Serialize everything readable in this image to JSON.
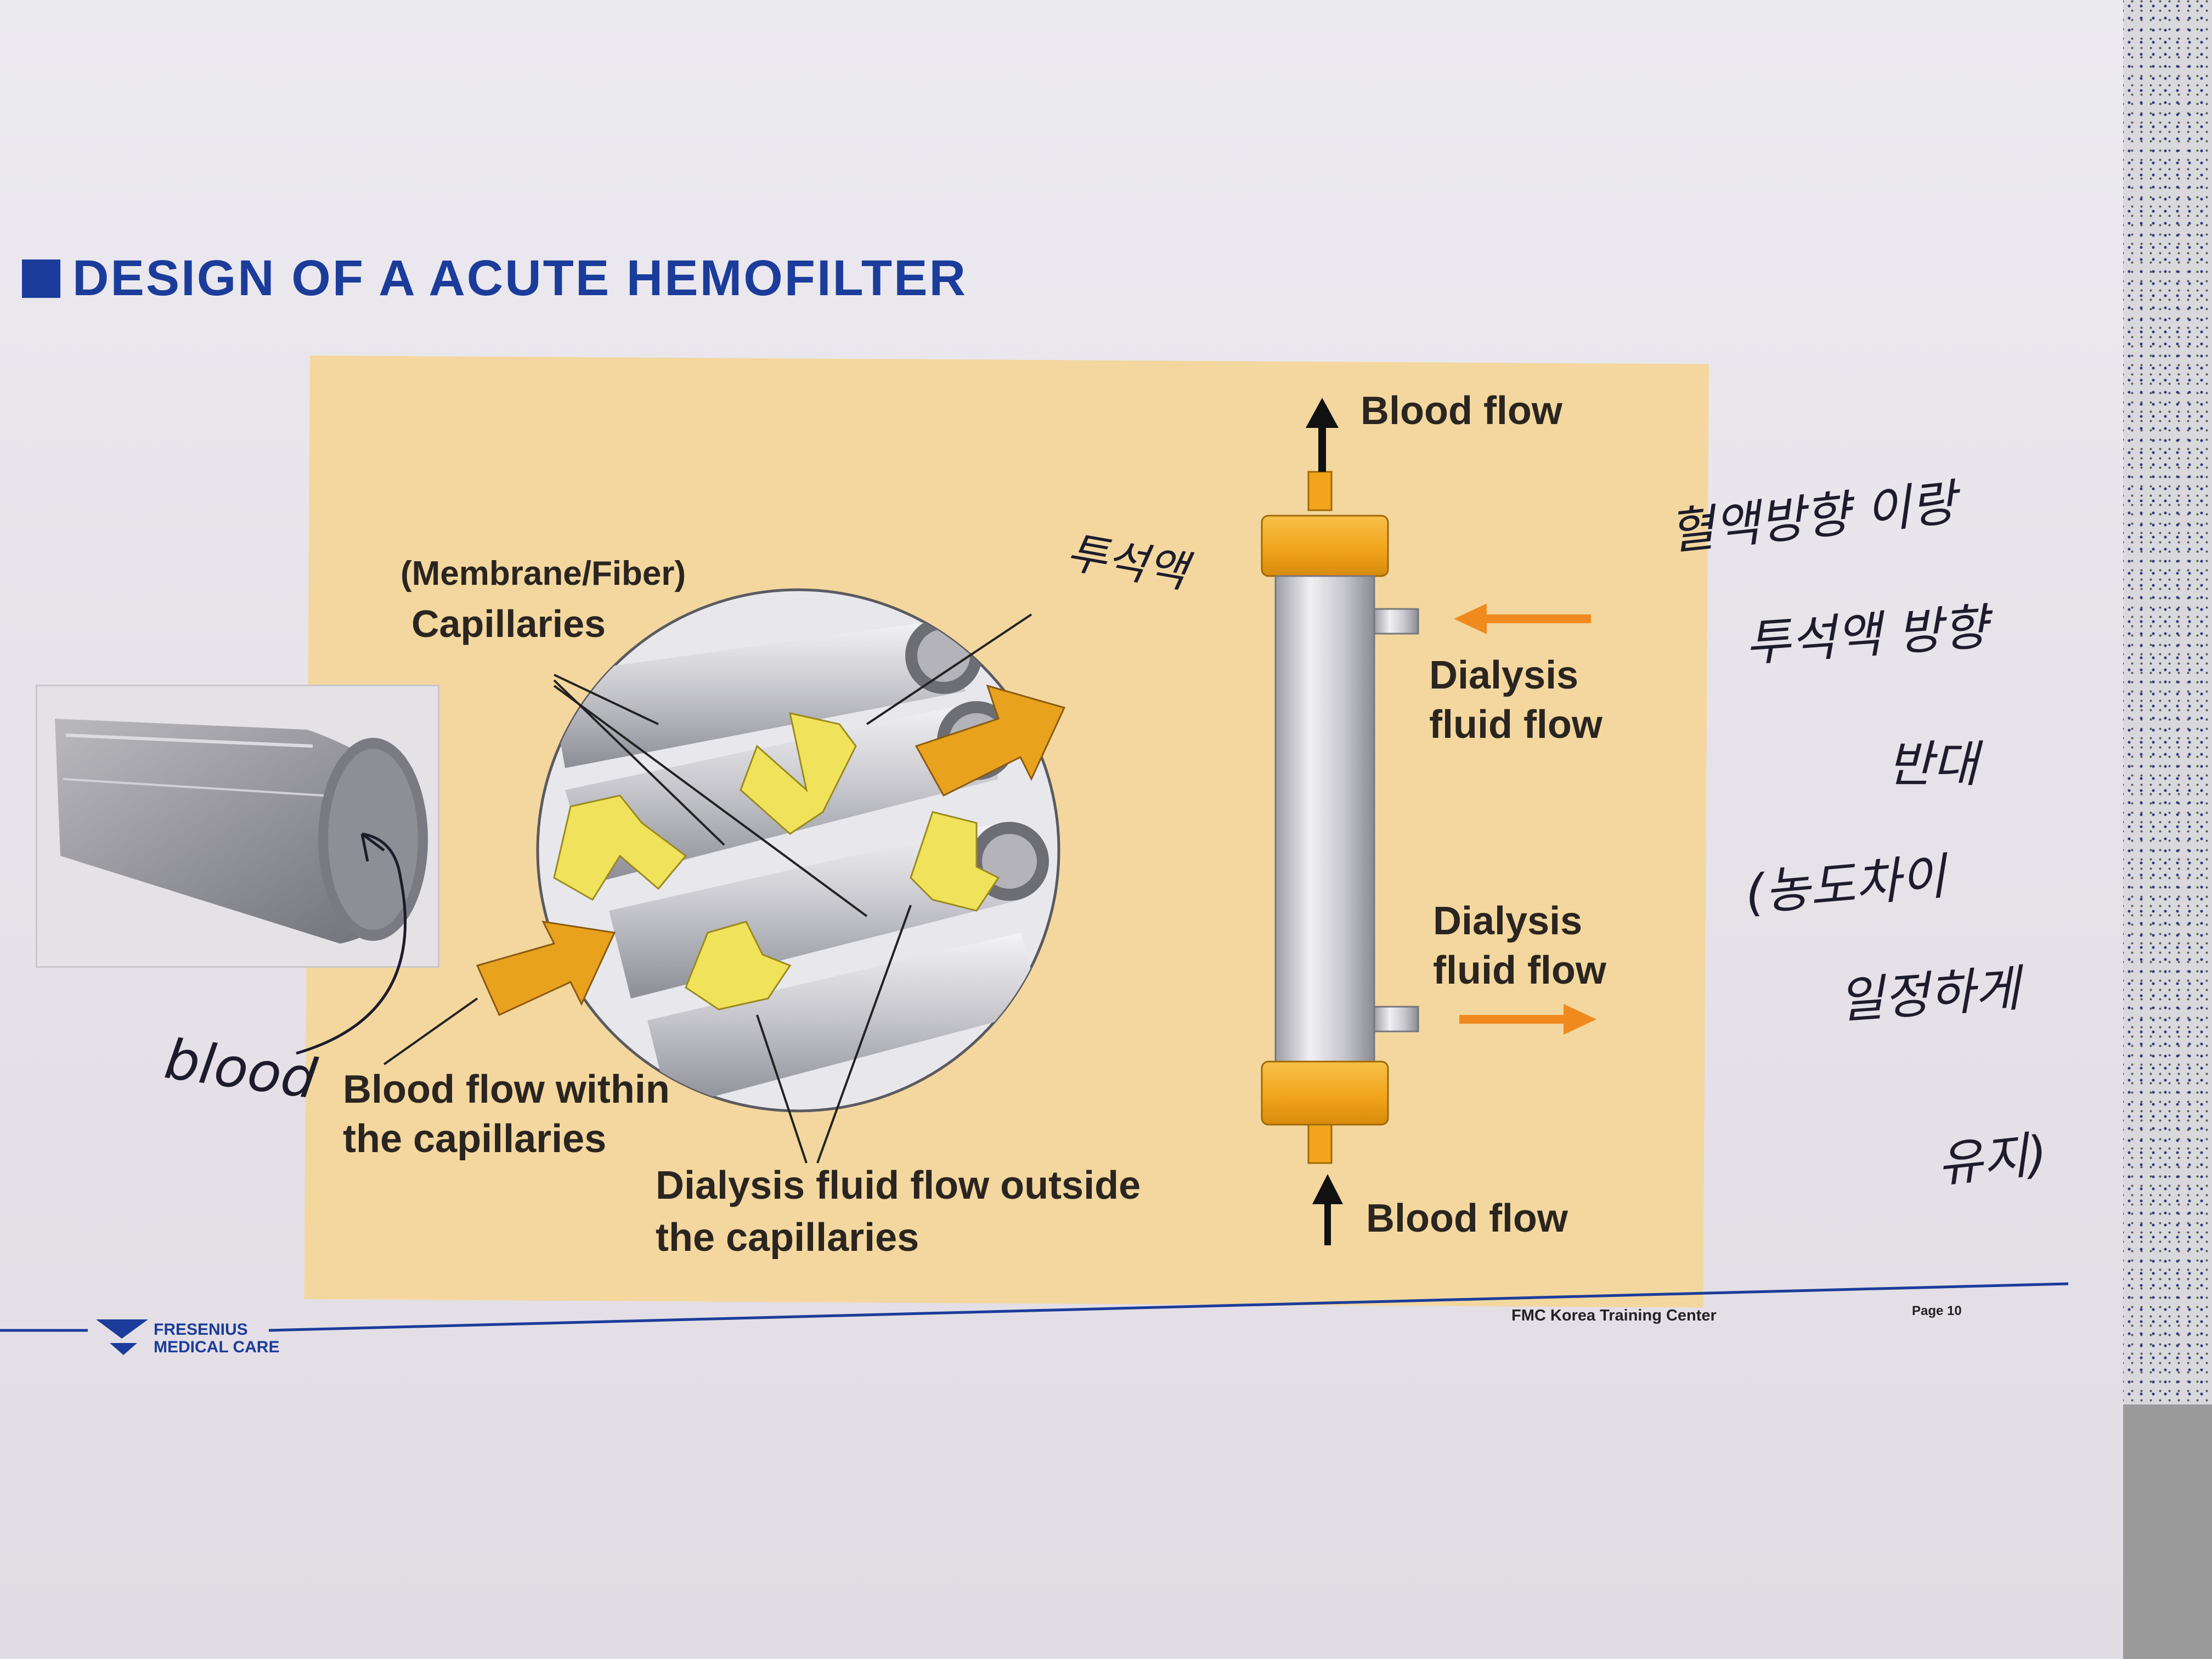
{
  "header": {
    "title": "DESIGN OF A ACUTE HEMOFILTER"
  },
  "diagram": {
    "labels": {
      "membrane_fiber": "(Membrane/Fiber)",
      "capillaries": "Capillaries",
      "blood_flow_within_1": "Blood flow within",
      "blood_flow_within_2": "the capillaries",
      "dialysis_outside_1": "Dialysis fluid flow outside",
      "dialysis_outside_2": "the capillaries",
      "blood_flow_top": "Blood flow",
      "blood_flow_bottom": "Blood flow",
      "dialysis_in_1": "Dialysis",
      "dialysis_in_2": "fluid flow",
      "dialysis_out_1": "Dialysis",
      "dialysis_out_2": "fluid flow"
    },
    "colors": {
      "panel": "#f3d79f",
      "blood_arrow": "#e9a21e",
      "dialysate_arrow": "#f0e25a",
      "cap_orange": "#f2a51c",
      "flow_arrow": "#f08a1f",
      "title_blue": "#1b3c9a"
    }
  },
  "annotations": {
    "blood": "blood",
    "jukseokaek": "투석액",
    "note_line1": "혈액방향 이랑",
    "note_line2": "투석액 방향",
    "note_line3": "반대",
    "note_line4": "(농도차이",
    "note_line5": "일정하게",
    "note_line6": "유지)"
  },
  "footer": {
    "brand_line1": "FRESENIUS",
    "brand_line2": "MEDICAL CARE",
    "center": "FMC Korea Training Center",
    "page": "Page 10"
  }
}
